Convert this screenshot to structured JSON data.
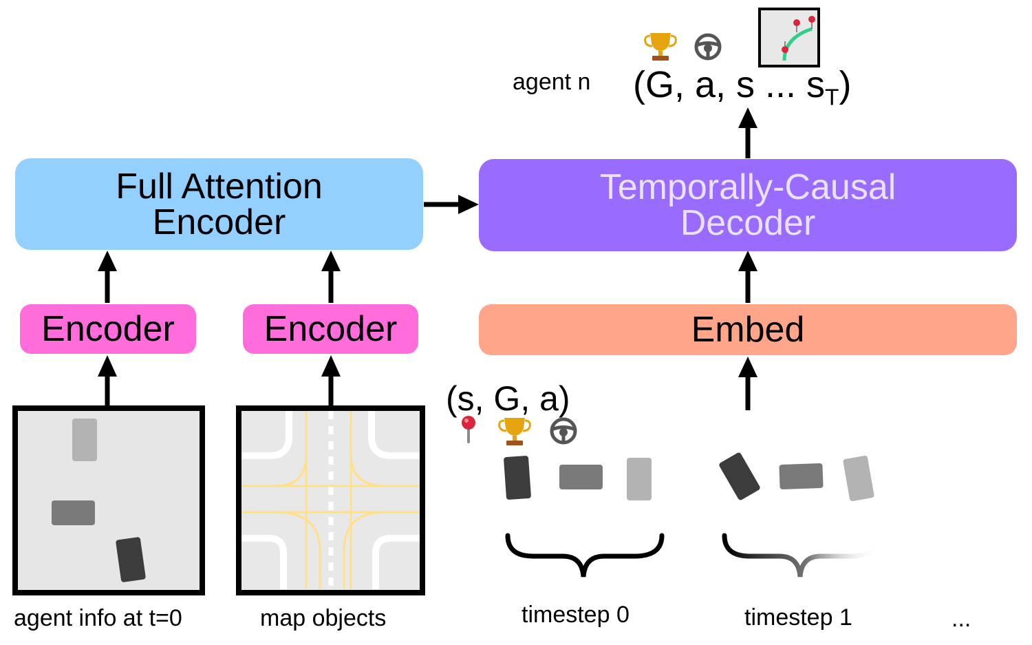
{
  "encoder_main": {
    "line1": "Full Attention",
    "line2": "Encoder"
  },
  "decoder": {
    "line1": "Temporally-Causal",
    "line2": "Decoder"
  },
  "encoder_small_left": "Encoder",
  "encoder_small_right": "Encoder",
  "embed": "Embed",
  "agent_label": "agent n",
  "output_tuple": {
    "prefix": "(G, a, s ... s",
    "subscript": "T",
    "suffix": ")"
  },
  "input_tuple": "(s, G, a)",
  "captions": {
    "agent_info": "agent info at t=0",
    "map_objects": "map objects",
    "timestep0": "timestep 0",
    "timestep1": "timestep 1",
    "ellipsis": "..."
  },
  "colors": {
    "encoder_main": "#93cfff",
    "decoder": "#9a6bff",
    "decoder_text": "#e9e2ff",
    "encoder_small": "#ff6ddd",
    "embed": "#ffa68a",
    "map_road": "#ffe08a",
    "car_dark": "#3c3c3c",
    "car_mid": "#7a7a7a",
    "car_light": "#b3b3b3",
    "trophy": "#e6a50f",
    "pin": "#d9263c",
    "trajectory": "#33cc88"
  },
  "icons": [
    "trophy-icon",
    "steering-wheel-icon",
    "trajectory-icon",
    "location-pin-icon"
  ]
}
